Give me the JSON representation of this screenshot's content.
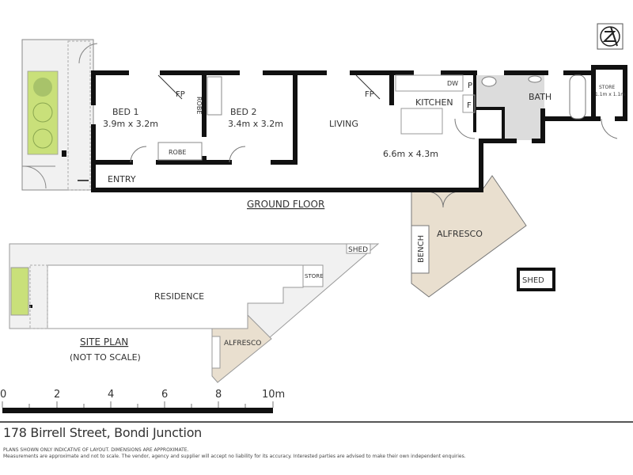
{
  "ground_floor": {
    "title": "GROUND FLOOR",
    "rooms": {
      "bed1": {
        "name": "BED 1",
        "size": "3.9m x 3.2m"
      },
      "bed2": {
        "name": "BED 2",
        "size": "3.4m x 3.2m"
      },
      "living": {
        "name": "LIVING",
        "size": "6.6m x 4.3m"
      },
      "kitchen": {
        "name": "KITCHEN"
      },
      "bath": {
        "name": "BATH"
      },
      "store": {
        "name": "STORE",
        "size": "1.1m x 1.1m"
      },
      "alfresco": {
        "name": "ALFRESCO"
      },
      "shed": {
        "name": "SHED"
      },
      "entry": {
        "name": "ENTRY"
      }
    },
    "fixtures": {
      "fp": "FP",
      "robe": "ROBE",
      "dw": "DW",
      "pantry": "P",
      "fridge": "F",
      "bench": "BENCH"
    }
  },
  "site_plan": {
    "title": "SITE PLAN",
    "subtitle": "(NOT TO SCALE)",
    "residence": "RESIDENCE",
    "store": "STORE",
    "shed": "SHED",
    "alfresco": "ALFRESCO"
  },
  "scale_bar": {
    "labels": [
      "0",
      "2",
      "4",
      "6",
      "8",
      "10m"
    ]
  },
  "footer": {
    "address": "178 Birrell Street, Bondi Junction",
    "disclaimer_1": "PLANS SHOWN ONLY INDICATIVE OF LAYOUT. DIMENSIONS ARE APPROXIMATE.",
    "disclaimer_2": "Measurements are approximate and not to scale. The vendor, agency and supplier will accept no liability for its accuracy. Interested parties are advised to make their own independent enquiries."
  },
  "colors": {
    "wall": "#111111",
    "alfresco": "#e9dfcf",
    "garden": "#c9e07a",
    "tile": "#dcdcdc"
  }
}
